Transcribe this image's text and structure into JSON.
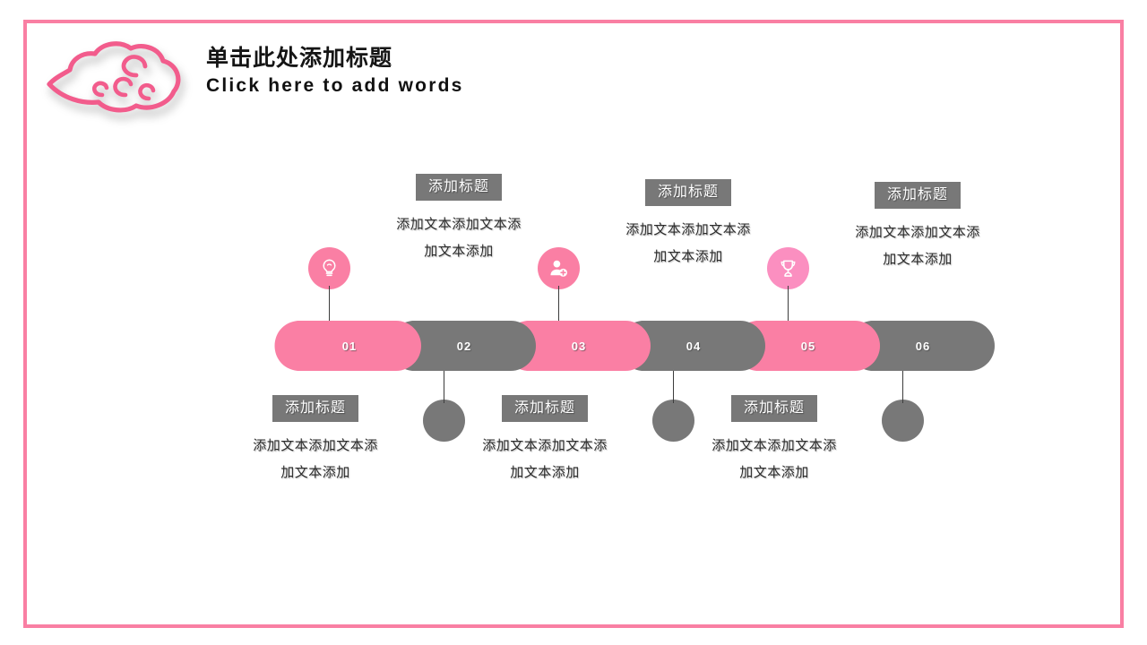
{
  "slide": {
    "frame_color": "#f97fa3",
    "background": "#ffffff",
    "accent_pink": "#fa7fa4",
    "accent_pink_light": "#fb8fc0",
    "accent_gray": "#787878"
  },
  "header": {
    "logo_name": "chinese-cloud-logo",
    "title_cn": "单击此处添加标题",
    "title_en": "Click here to add words"
  },
  "timeline": {
    "steps": [
      {
        "number": "01",
        "color": "#fa7fa4",
        "marker": "icon",
        "marker_position": "above",
        "icon": "lightbulb-icon",
        "icon_circle_color": "#fa7fa4",
        "text_position": "above",
        "heading": "添加标题",
        "body_line1": "添加文本添加文本添",
        "body_line2": "加文本添加"
      },
      {
        "number": "02",
        "color": "#787878",
        "marker": "plain",
        "marker_position": "below",
        "icon": "",
        "icon_circle_color": "#787878",
        "text_position": "below",
        "heading": "添加标题",
        "body_line1": "添加文本添加文本添",
        "body_line2": "加文本添加"
      },
      {
        "number": "03",
        "color": "#fa7fa4",
        "marker": "icon",
        "marker_position": "above",
        "icon": "add-user-icon",
        "icon_circle_color": "#fa7fa4",
        "text_position": "above",
        "heading": "添加标题",
        "body_line1": "添加文本添加文本添",
        "body_line2": "加文本添加"
      },
      {
        "number": "04",
        "color": "#787878",
        "marker": "plain",
        "marker_position": "below",
        "icon": "",
        "icon_circle_color": "#787878",
        "text_position": "below",
        "heading": "添加标题",
        "body_line1": "添加文本添加文本添",
        "body_line2": "加文本添加"
      },
      {
        "number": "05",
        "color": "#fa7fa4",
        "marker": "icon",
        "marker_position": "above",
        "icon": "trophy-icon",
        "icon_circle_color": "#fb8fc0",
        "text_position": "above",
        "heading": "添加标题",
        "body_line1": "添加文本添加文本添",
        "body_line2": "加文本添加"
      },
      {
        "number": "06",
        "color": "#787878",
        "marker": "plain",
        "marker_position": "below",
        "icon": "",
        "icon_circle_color": "#787878",
        "text_position": "below",
        "heading": "添加标题",
        "body_line1": "添加文本添加文本添",
        "body_line2": "加文本添加"
      }
    ]
  }
}
